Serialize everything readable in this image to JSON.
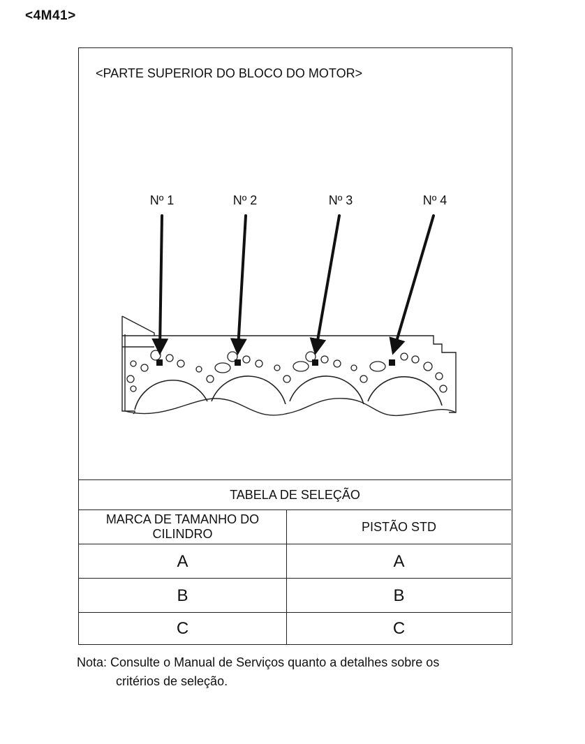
{
  "page_code": "<4M41>",
  "figure": {
    "caption": "<PARTE SUPERIOR DO BLOCO DO MOTOR>",
    "cylinder_labels": [
      "Nº 1",
      "Nº 2",
      "Nº 3",
      "Nº 4"
    ]
  },
  "table": {
    "title": "TABELA DE SELEÇÃO",
    "header_left": "MARCA DE TAMANHO DO CILINDRO",
    "header_right": "PISTÃO STD",
    "rows": [
      {
        "mark": "A",
        "piston": "A"
      },
      {
        "mark": "B",
        "piston": "B"
      },
      {
        "mark": "C",
        "piston": "C"
      }
    ]
  },
  "note": {
    "line1": "Nota: Consulte o Manual de Serviços quanto a detalhes sobre os",
    "line2": "critérios de seleção."
  }
}
